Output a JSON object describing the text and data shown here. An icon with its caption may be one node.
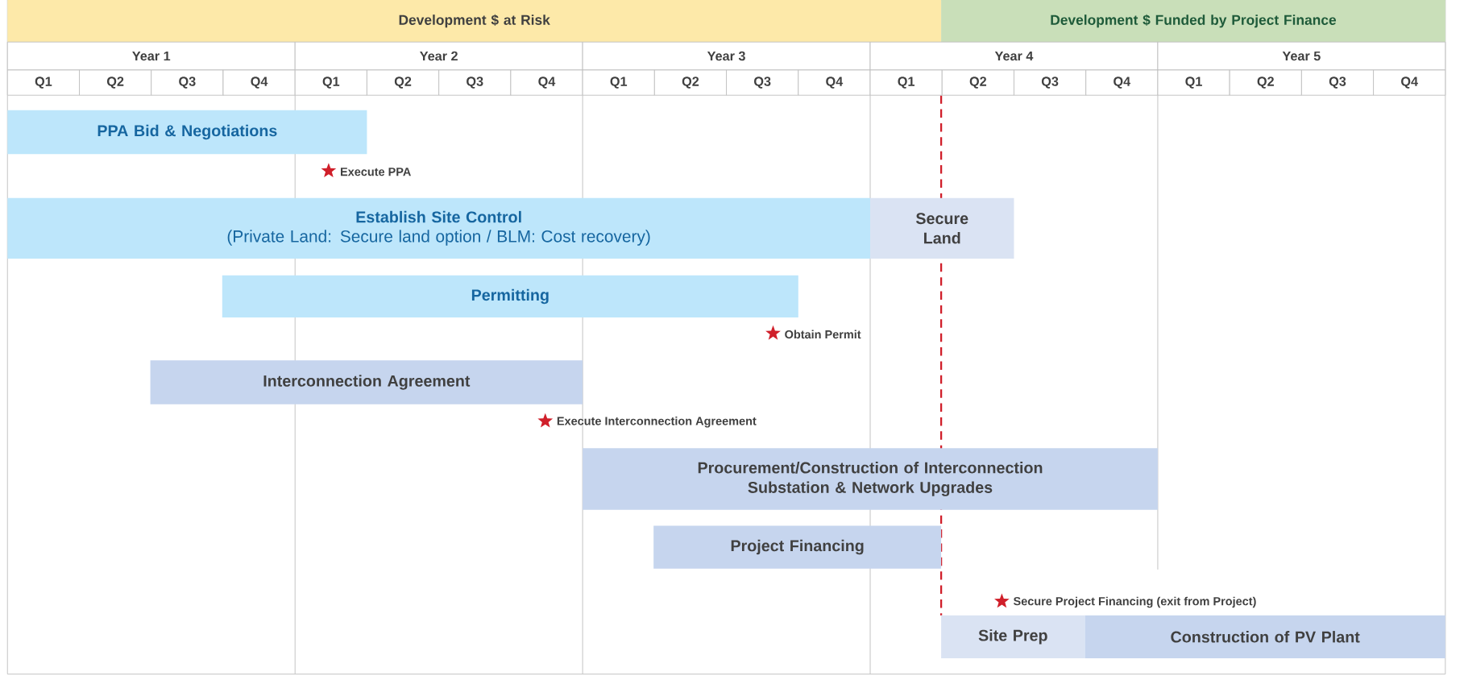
{
  "diagram": {
    "nodes": [
      {
        "text": [
          "Development $ at Risk"
        ]
      },
      {
        "text": [
          "Development $ Funded by Project Finance"
        ]
      },
      {
        "text": [
          "PPA Bid & Negotiations"
        ]
      },
      {
        "text": [
          "Establish Site Control",
          "(Private Land: Secure land option / BLM: Cost recovery)"
        ]
      },
      {
        "text": [
          "Secure Land"
        ]
      },
      {
        "text": [
          "Permitting"
        ]
      },
      {
        "text": [
          "Interconnection Agreement"
        ]
      },
      {
        "text": [
          "Procurement/Construction of Interconnection Substation & Network Upgrades"
        ]
      },
      {
        "text": [
          "Project Financing"
        ]
      },
      {
        "text": [
          "Site Prep"
        ]
      },
      {
        "text": [
          "Construction of PV Plant"
        ]
      }
    ],
    "labels": [
      "Year 1",
      "Year 2",
      "Year 3",
      "Year 4",
      "Year 5",
      "Q1",
      "Q2",
      "Q3",
      "Q4",
      "Q1",
      "Q2",
      "Q3",
      "Q4",
      "Q1",
      "Q2",
      "Q3",
      "Q4",
      "Q1",
      "Q2",
      "Q3",
      "Q4",
      "Q1",
      "Q2",
      "Q3",
      "Q4",
      "Execute PPA",
      "Obtain Permit",
      "Execute Interconnection Agreement",
      "Secure Project Financing (exit from Project)"
    ]
  }
}
